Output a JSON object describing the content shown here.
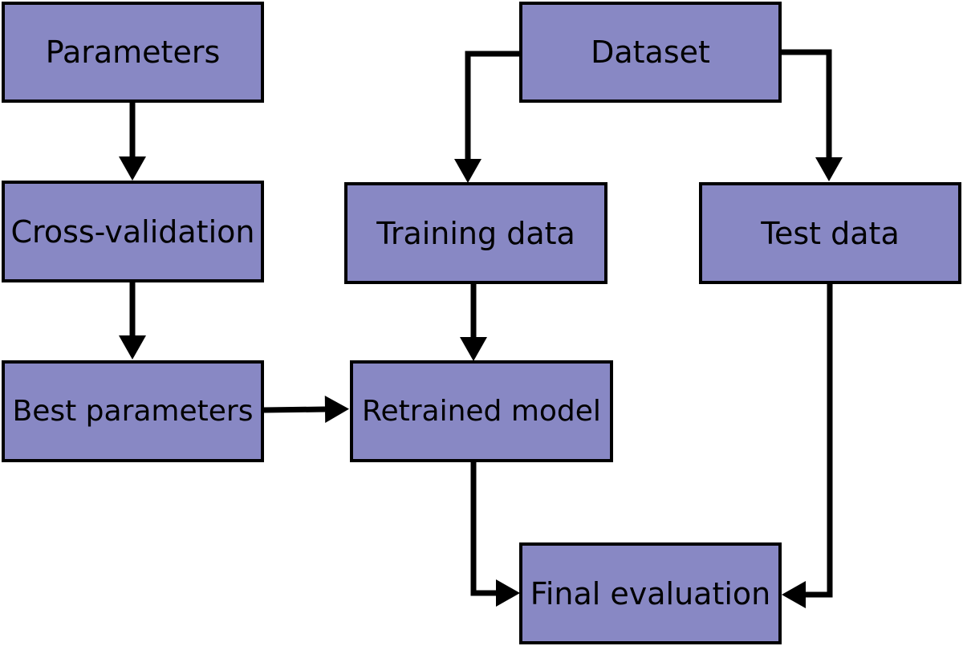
{
  "colors": {
    "box_fill": "#8888c4",
    "border": "#000000",
    "arrow": "#000000",
    "text": "#000000",
    "background": "#ffffff"
  },
  "nodes": {
    "parameters": "Parameters",
    "cross_validation": "Cross-validation",
    "best_parameters": "Best parameters",
    "dataset": "Dataset",
    "training_data": "Training data",
    "test_data": "Test data",
    "retrained_model": "Retrained model",
    "final_evaluation": "Final evaluation"
  },
  "edges": [
    {
      "from": "parameters",
      "to": "cross_validation"
    },
    {
      "from": "cross_validation",
      "to": "best_parameters"
    },
    {
      "from": "dataset",
      "to": "training_data"
    },
    {
      "from": "dataset",
      "to": "test_data"
    },
    {
      "from": "training_data",
      "to": "retrained_model"
    },
    {
      "from": "best_parameters",
      "to": "retrained_model"
    },
    {
      "from": "retrained_model",
      "to": "final_evaluation"
    },
    {
      "from": "test_data",
      "to": "final_evaluation"
    }
  ]
}
